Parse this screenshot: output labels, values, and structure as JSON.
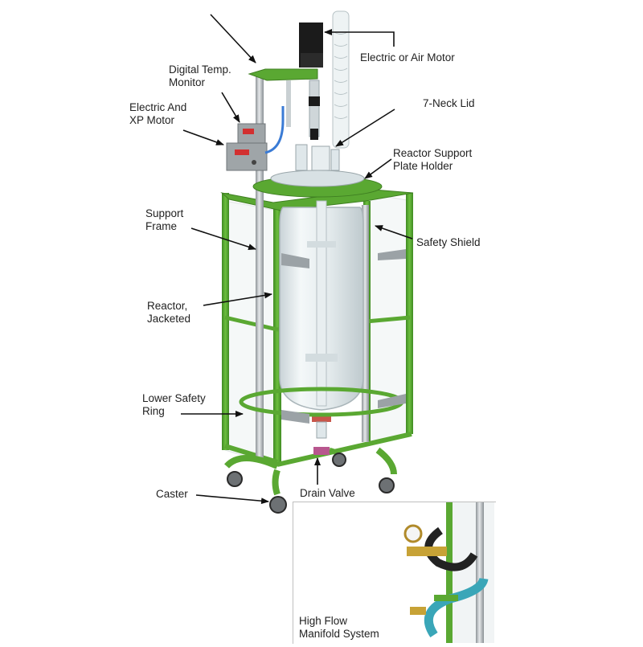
{
  "labels": {
    "electric_or_air_motor": "Electric or Air Motor",
    "digital_temp_monitor": [
      "Digital Temp.",
      "Monitor"
    ],
    "electric_and_xp_motor": [
      "Electric And",
      "XP Motor"
    ],
    "seven_neck_lid": "7-Neck Lid",
    "reactor_support_plate_holder": [
      "Reactor Support",
      "Plate Holder"
    ],
    "support_frame": [
      "Support",
      "Frame"
    ],
    "safety_shield": "Safety Shield",
    "reactor_jacketed": [
      "Reactor,",
      "Jacketed"
    ],
    "lower_safety_ring": [
      "Lower Safety",
      "Ring"
    ],
    "caster": "Caster",
    "drain_valve": "Drain Valve",
    "high_flow_manifold_system": [
      "High Flow",
      "Manifold System"
    ]
  },
  "colors": {
    "frame_green": "#5aa832",
    "frame_green_dark": "#3f7f22",
    "glass": "#dfe7ea",
    "steel": "#b9bec2",
    "hose_blue": "#3aa6b8",
    "leader_line": "#111111"
  }
}
